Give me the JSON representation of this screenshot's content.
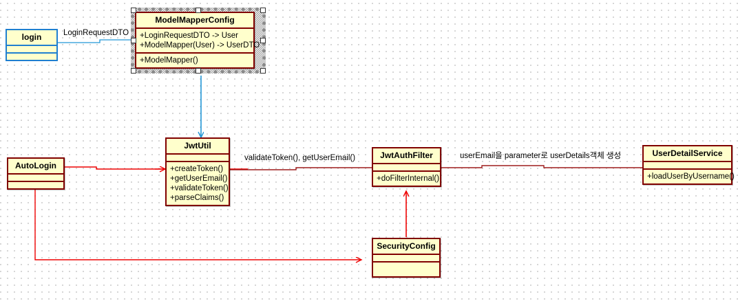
{
  "diagram": {
    "type": "uml-class-diagram",
    "background": "#ffffff",
    "grid": "dotted",
    "node_fill": "#ffffcc",
    "node_border": "#800000",
    "selected_border": "#1f7fd0",
    "edge_red": "#ee0000",
    "edge_blue": "#2196d6",
    "edge_maroon": "#800000"
  },
  "nodes": {
    "login": {
      "title": "login",
      "attributes": [],
      "operations": [],
      "selected": true
    },
    "model_mapper_config": {
      "title": "ModelMapperConfig",
      "attributes": [
        "+LoginRequestDTO -> User",
        "+ModelMapper(User) -> UserDTO"
      ],
      "operations": [
        "+ModelMapper()"
      ],
      "selected": true
    },
    "auto_login": {
      "title": "AutoLogin",
      "attributes": [],
      "operations": []
    },
    "jwt_util": {
      "title": "JwtUtil",
      "attributes": [],
      "operations": [
        "+createToken()",
        "+getUserEmail()",
        "+validateToken()",
        "+parseClaims()"
      ]
    },
    "jwt_auth_filter": {
      "title": "JwtAuthFilter",
      "attributes": [],
      "operations": [
        "+doFilterInternal()"
      ]
    },
    "security_config": {
      "title": "SecurityConfig",
      "attributes": [],
      "operations": []
    },
    "user_detail_service": {
      "title": "UserDetailService",
      "attributes": [],
      "operations": [
        "+loadUserByUsername()"
      ]
    }
  },
  "edge_labels": {
    "login_to_modelmapper": "LoginRequestDTO",
    "jwtutil_to_filter": "validateToken(), getUserEmail()",
    "filter_to_userdetail": "userEmail을 parameter로 userDetails객체 생성"
  }
}
